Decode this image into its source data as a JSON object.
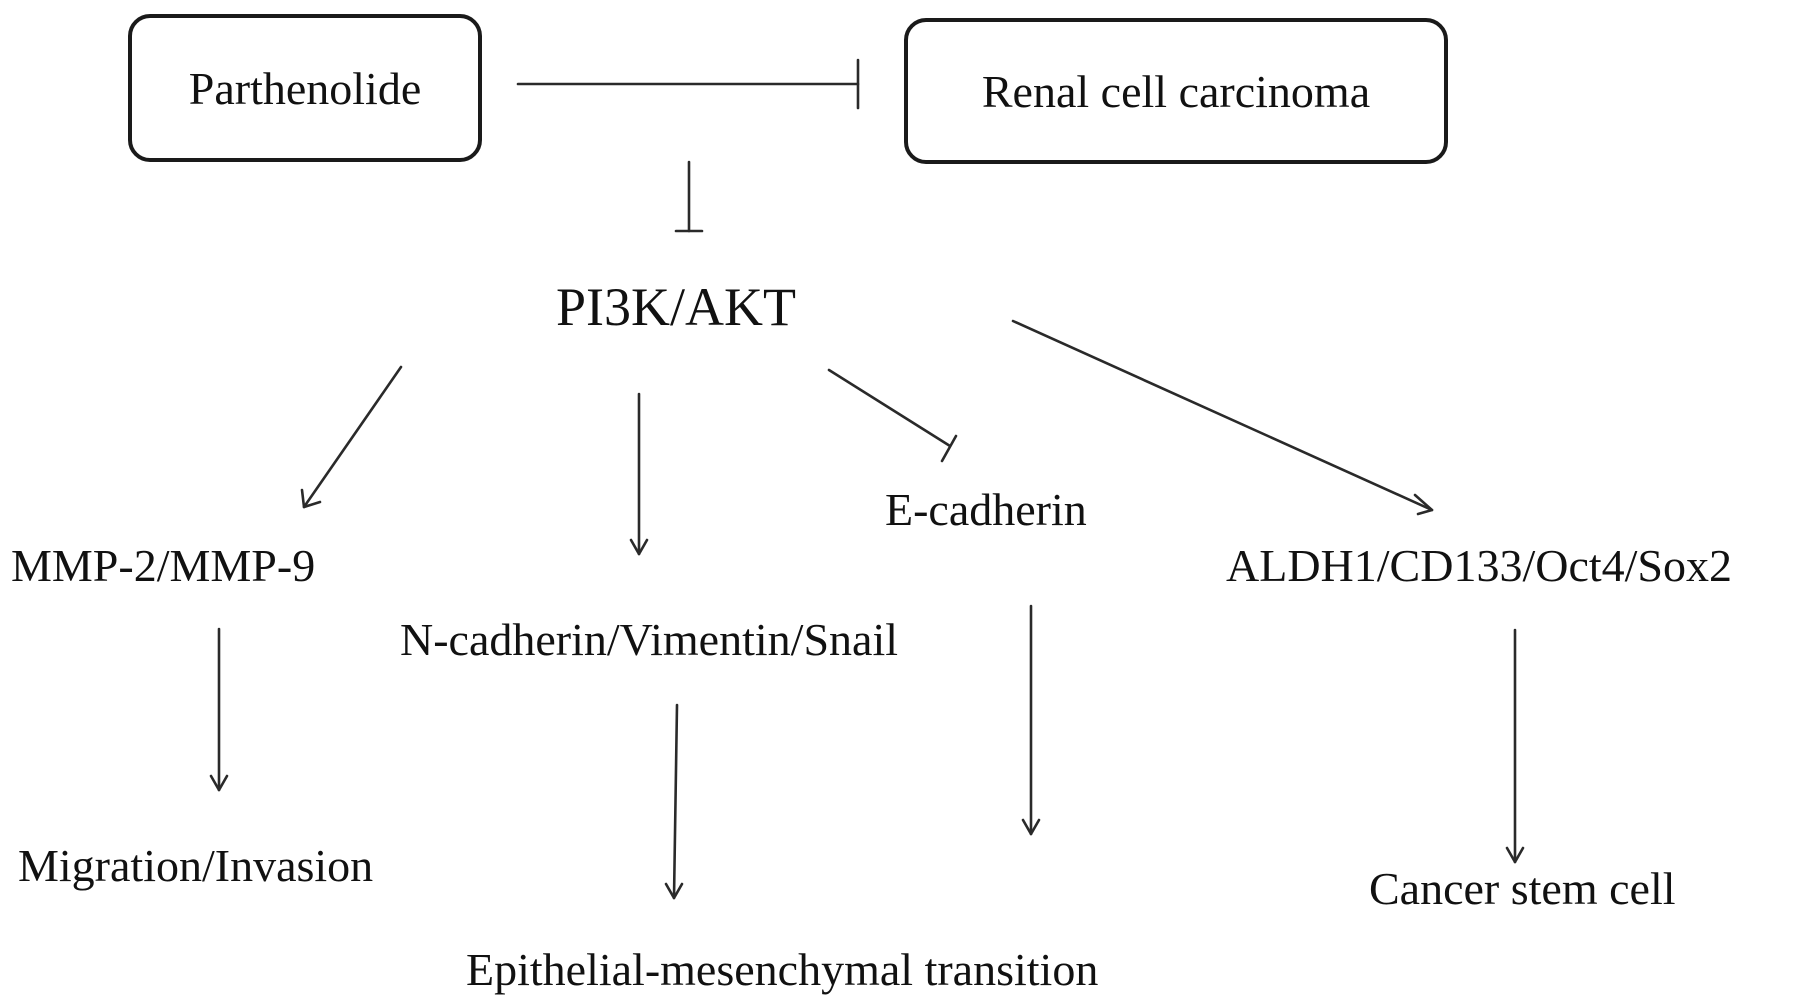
{
  "nodes": {
    "parthenolide": "Parthenolide",
    "renal_cell_carcinoma": "Renal cell carcinoma",
    "pi3k_akt": "PI3K/AKT",
    "mmp": "MMP-2/MMP-9",
    "n_cadherin": "N-cadherin/Vimentin/Snail",
    "e_cadherin": "E-cadherin",
    "aldh1": "ALDH1/CD133/Oct4/Sox2",
    "migration": "Migration/Invasion",
    "emt": "Epithelial-mesenchymal transition",
    "csc": "Cancer stem cell"
  },
  "edges": [
    {
      "from": "Parthenolide",
      "to": "Renal cell carcinoma",
      "type": "inhibition"
    },
    {
      "from": "Parthenolide",
      "to": "PI3K/AKT",
      "type": "inhibition"
    },
    {
      "from": "PI3K/AKT",
      "to": "MMP-2/MMP-9",
      "type": "activation"
    },
    {
      "from": "PI3K/AKT",
      "to": "N-cadherin/Vimentin/Snail",
      "type": "activation"
    },
    {
      "from": "PI3K/AKT",
      "to": "E-cadherin",
      "type": "inhibition"
    },
    {
      "from": "PI3K/AKT",
      "to": "ALDH1/CD133/Oct4/Sox2",
      "type": "activation"
    },
    {
      "from": "MMP-2/MMP-9",
      "to": "Migration/Invasion",
      "type": "activation"
    },
    {
      "from": "N-cadherin/Vimentin/Snail",
      "to": "Epithelial-mesenchymal transition",
      "type": "activation"
    },
    {
      "from": "E-cadherin",
      "to": "Epithelial-mesenchymal transition",
      "type": "activation"
    },
    {
      "from": "ALDH1/CD133/Oct4/Sox2",
      "to": "Cancer stem cell",
      "type": "activation"
    }
  ]
}
